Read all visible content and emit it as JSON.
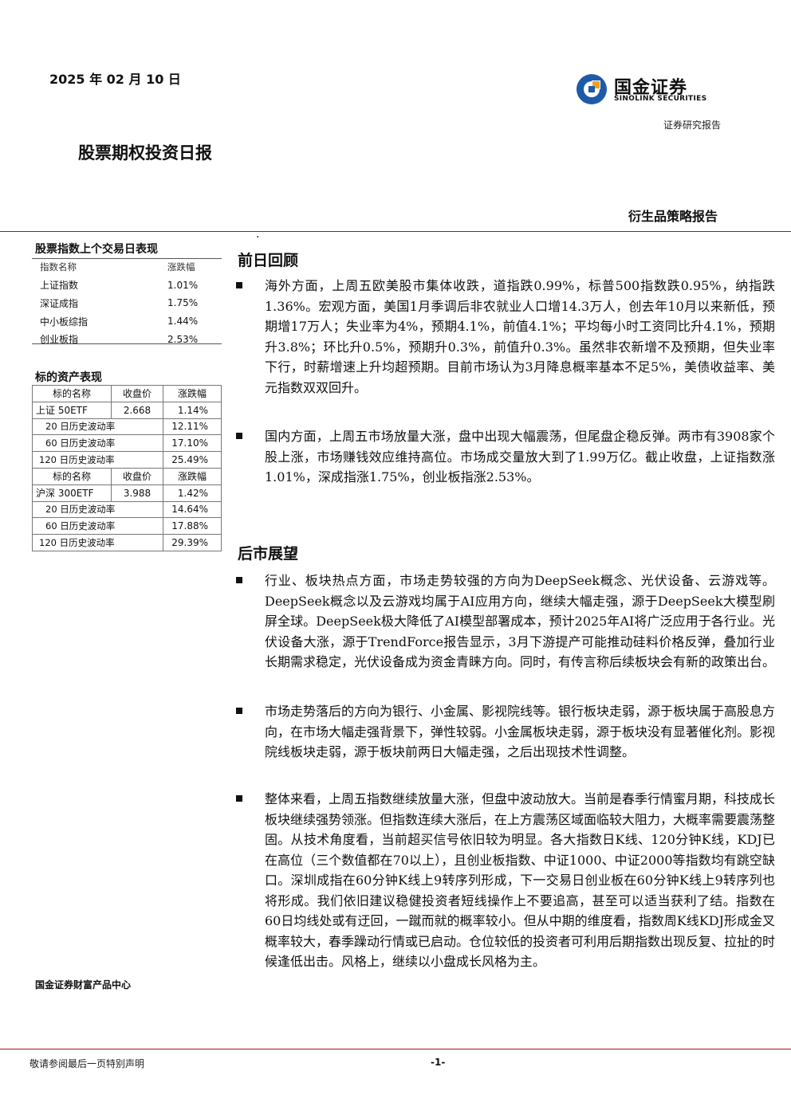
{
  "header": {
    "date": "2025 年 02 月 10 日",
    "logo_cn": "国金证券",
    "logo_en": "SINOLINK SECURITIES",
    "doc_type": "证券研究报告",
    "title": "股票期权投资日报",
    "report_type": "衍生品策略报告"
  },
  "colors": {
    "rule": "#a01818",
    "logo_blue": "#1e5aa8",
    "logo_orange": "#f2a01d"
  },
  "index_table": {
    "title": "股票指数上个交易日表现",
    "headers": [
      "指数名称",
      "涨跌幅"
    ],
    "rows": [
      [
        "上证指数",
        "1.01%"
      ],
      [
        "深证成指",
        "1.75%"
      ],
      [
        "中小板综指",
        "1.44%"
      ],
      [
        "创业板指",
        "2.53%"
      ]
    ]
  },
  "asset_table": {
    "title": "标的资产表现",
    "blocks": [
      {
        "headers": [
          "标的名称",
          "收盘价",
          "涨跌幅"
        ],
        "main": [
          "上证 50ETF",
          "2.668",
          "1.14%"
        ],
        "vols": [
          [
            "20 日历史波动率",
            "12.11%"
          ],
          [
            "60 日历史波动率",
            "17.10%"
          ],
          [
            "120 日历史波动率",
            "25.49%"
          ]
        ]
      },
      {
        "headers": [
          "标的名称",
          "收盘价",
          "涨跌幅"
        ],
        "main": [
          "沪深 300ETF",
          "3.988",
          "1.42%"
        ],
        "vols": [
          [
            "20 日历史波动率",
            "14.64%"
          ],
          [
            "60 日历史波动率",
            "17.88%"
          ],
          [
            "120 日历史波动率",
            "29.39%"
          ]
        ]
      }
    ]
  },
  "footer": {
    "center": "国金证券财富产品中心",
    "disclaimer": "敬请参阅最后一页特别声明",
    "page": "-1-"
  },
  "review": {
    "heading": "前日回顾",
    "bullets": [
      "海外方面，上周五欧美股市集体收跌，道指跌0.99%，标普500指数跌0.95%，纳指跌1.36%。宏观方面，美国1月季调后非农就业人口增14.3万人，创去年10月以来新低，预期增17万人；失业率为4%，预期4.1%，前值4.1%；平均每小时工资同比升4.1%，预期升3.8%；环比升0.5%，预期升0.3%，前值升0.3%。虽然非农新增不及预期，但失业率下行，时薪增速上升均超预期。目前市场认为3月降息概率基本不足5%，美债收益率、美元指数双双回升。",
      "国内方面，上周五市场放量大涨，盘中出现大幅震荡，但尾盘企稳反弹。两市有3908家个股上涨，市场赚钱效应维持高位。市场成交量放大到了1.99万亿。截止收盘，上证指数涨1.01%，深成指涨1.75%，创业板指涨2.53%。"
    ]
  },
  "outlook": {
    "heading": "后市展望",
    "bullets": [
      "行业、板块热点方面，市场走势较强的方向为DeepSeek概念、光伏设备、云游戏等。DeepSeek概念以及云游戏均属于AI应用方向，继续大幅走强，源于DeepSeek大模型刷屏全球。DeepSeek极大降低了AI模型部署成本，预计2025年AI将广泛应用于各行业。光伏设备大涨，源于TrendForce报告显示，3月下游提产可能推动硅料价格反弹，叠加行业长期需求稳定，光伏设备成为资金青睐方向。同时，有传言称后续板块会有新的政策出台。",
      "市场走势落后的方向为银行、小金属、影视院线等。银行板块走弱，源于板块属于高股息方向，在市场大幅走强背景下，弹性较弱。小金属板块走弱，源于板块没有显著催化剂。影视院线板块走弱，源于板块前两日大幅走强，之后出现技术性调整。",
      "整体来看，上周五指数继续放量大涨，但盘中波动放大。当前是春季行情蜜月期，科技成长板块继续强势领涨。但指数连续大涨后，在上方震荡区域面临较大阻力，大概率需要震荡整固。从技术角度看，当前超买信号依旧较为明显。各大指数日K线、120分钟K线，KDJ已在高位（三个数值都在70以上），且创业板指数、中证1000、中证2000等指数均有跳空缺口。深圳成指在60分钟K线上9转序列形成，下一交易日创业板在60分钟K线上9转序列也将形成。我们依旧建议稳健投资者短线操作上不要追高，甚至可以适当获利了结。指数在60日均线处或有迂回，一蹴而就的概率较小。但从中期的维度看，指数周K线KDJ形成金叉概率较大，春季躁动行情或已启动。仓位较低的投资者可利用后期指数出现反复、拉扯的时候逢低出击。风格上，继续以小盘成长风格为主。"
    ]
  }
}
